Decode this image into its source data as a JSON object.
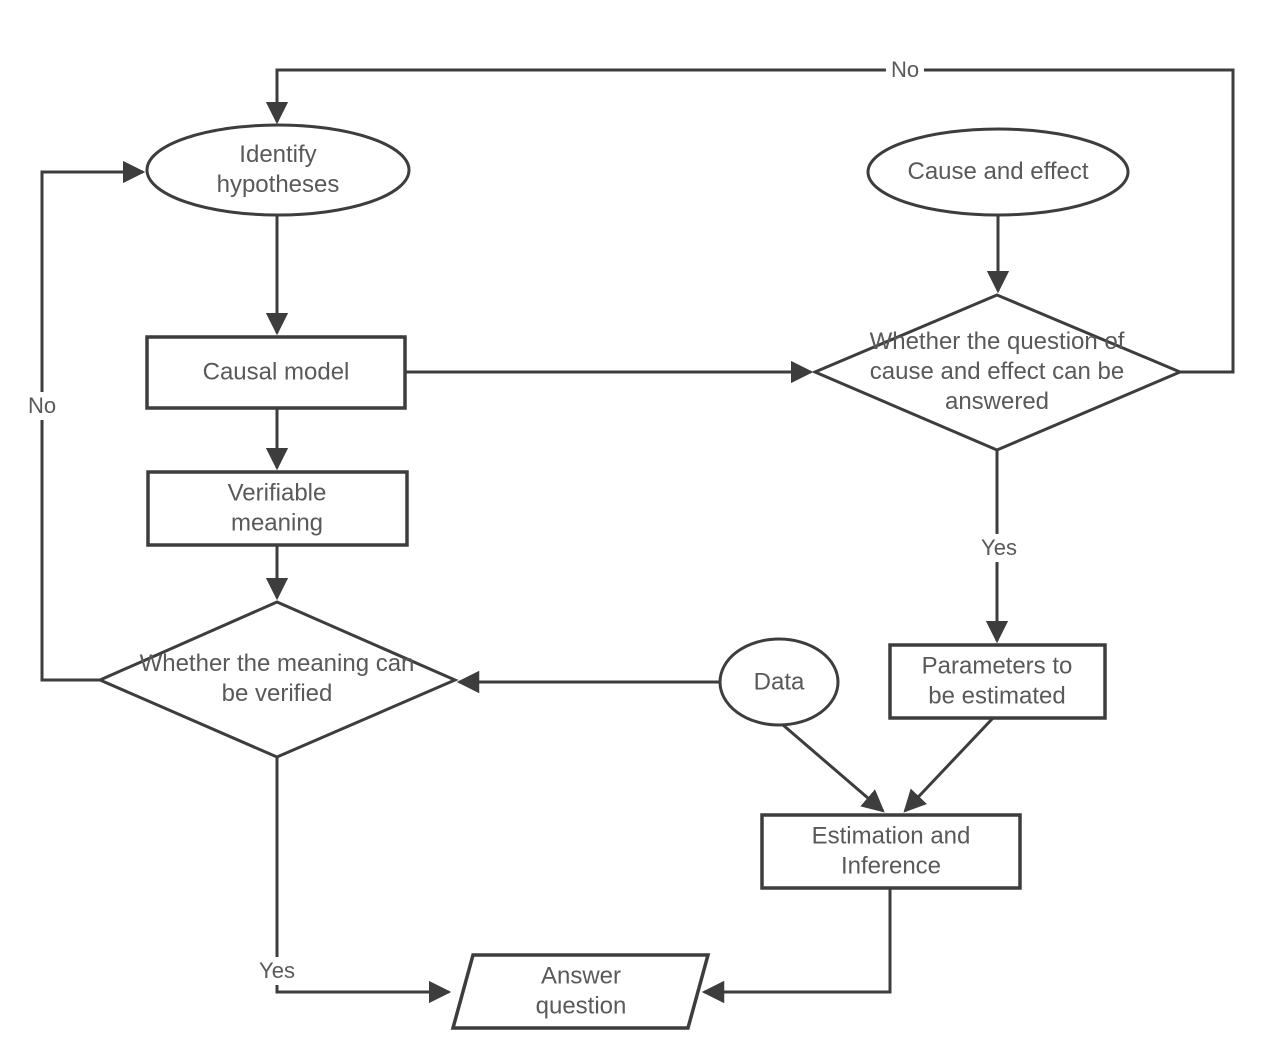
{
  "diagram": {
    "type": "flowchart",
    "colors": {
      "background": "#ffffff",
      "stroke": "#3d3d3d",
      "text": "#595959"
    },
    "nodes": {
      "identify_hypotheses": {
        "shape": "ellipse",
        "label": "Identify hypotheses"
      },
      "cause_and_effect": {
        "shape": "ellipse",
        "label": "Cause and effect"
      },
      "causal_model": {
        "shape": "rectangle",
        "label": "Causal model"
      },
      "question_answerable": {
        "shape": "diamond",
        "label": "Whether the question of cause and effect can be answered"
      },
      "verifiable_meaning": {
        "shape": "rectangle",
        "label": "Verifiable meaning"
      },
      "meaning_verifiable": {
        "shape": "diamond",
        "label": "Whether the meaning can be verified"
      },
      "data": {
        "shape": "ellipse",
        "label": "Data"
      },
      "parameters": {
        "shape": "rectangle",
        "label": "Parameters to be estimated"
      },
      "estimation": {
        "shape": "rectangle",
        "label": "Estimation and Inference"
      },
      "answer_question": {
        "shape": "parallelogram",
        "label": "Answer question"
      }
    },
    "edge_labels": {
      "no_top": "No",
      "no_left": "No",
      "yes_right": "Yes",
      "yes_bottom": "Yes"
    }
  }
}
